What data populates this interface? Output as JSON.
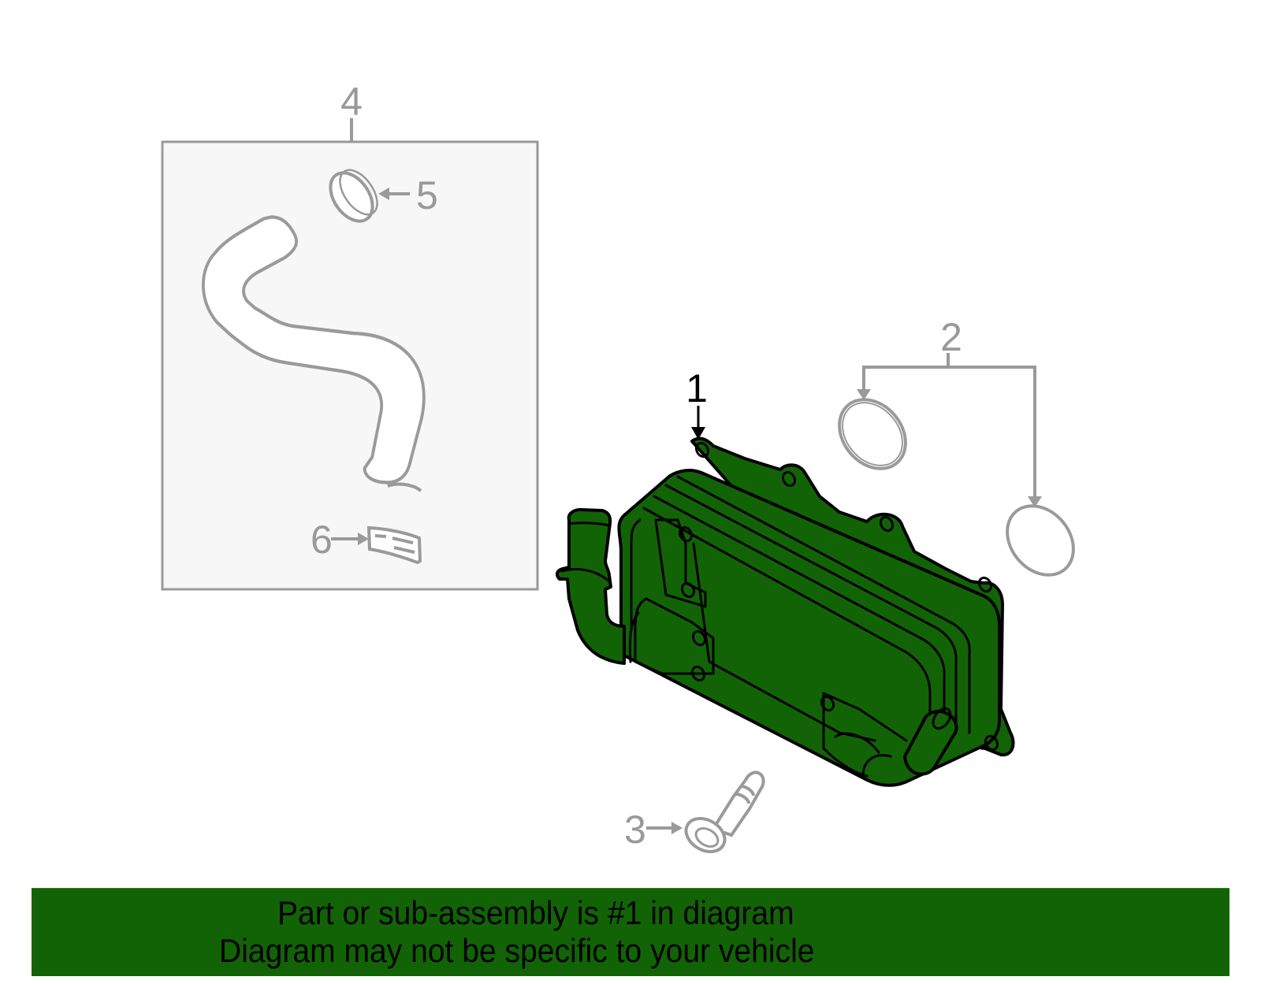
{
  "diagram": {
    "title": "Oil cooler parts diagram",
    "highlight_color": "#126306",
    "callout_color": "#999999",
    "callouts": [
      {
        "number": "1",
        "part": "oil-cooler-assembly",
        "highlighted": true
      },
      {
        "number": "2",
        "part": "o-ring-seals",
        "highlighted": false
      },
      {
        "number": "3",
        "part": "bolt",
        "highlighted": false
      },
      {
        "number": "4",
        "part": "hose-assembly",
        "highlighted": false
      },
      {
        "number": "5",
        "part": "hose-clamp",
        "highlighted": false
      },
      {
        "number": "6",
        "part": "hose-label",
        "highlighted": false
      }
    ]
  },
  "banner": {
    "line1": "Part or sub-assembly is #1 in diagram",
    "line2": "Diagram may not be specific to your vehicle",
    "background": "#126306"
  }
}
